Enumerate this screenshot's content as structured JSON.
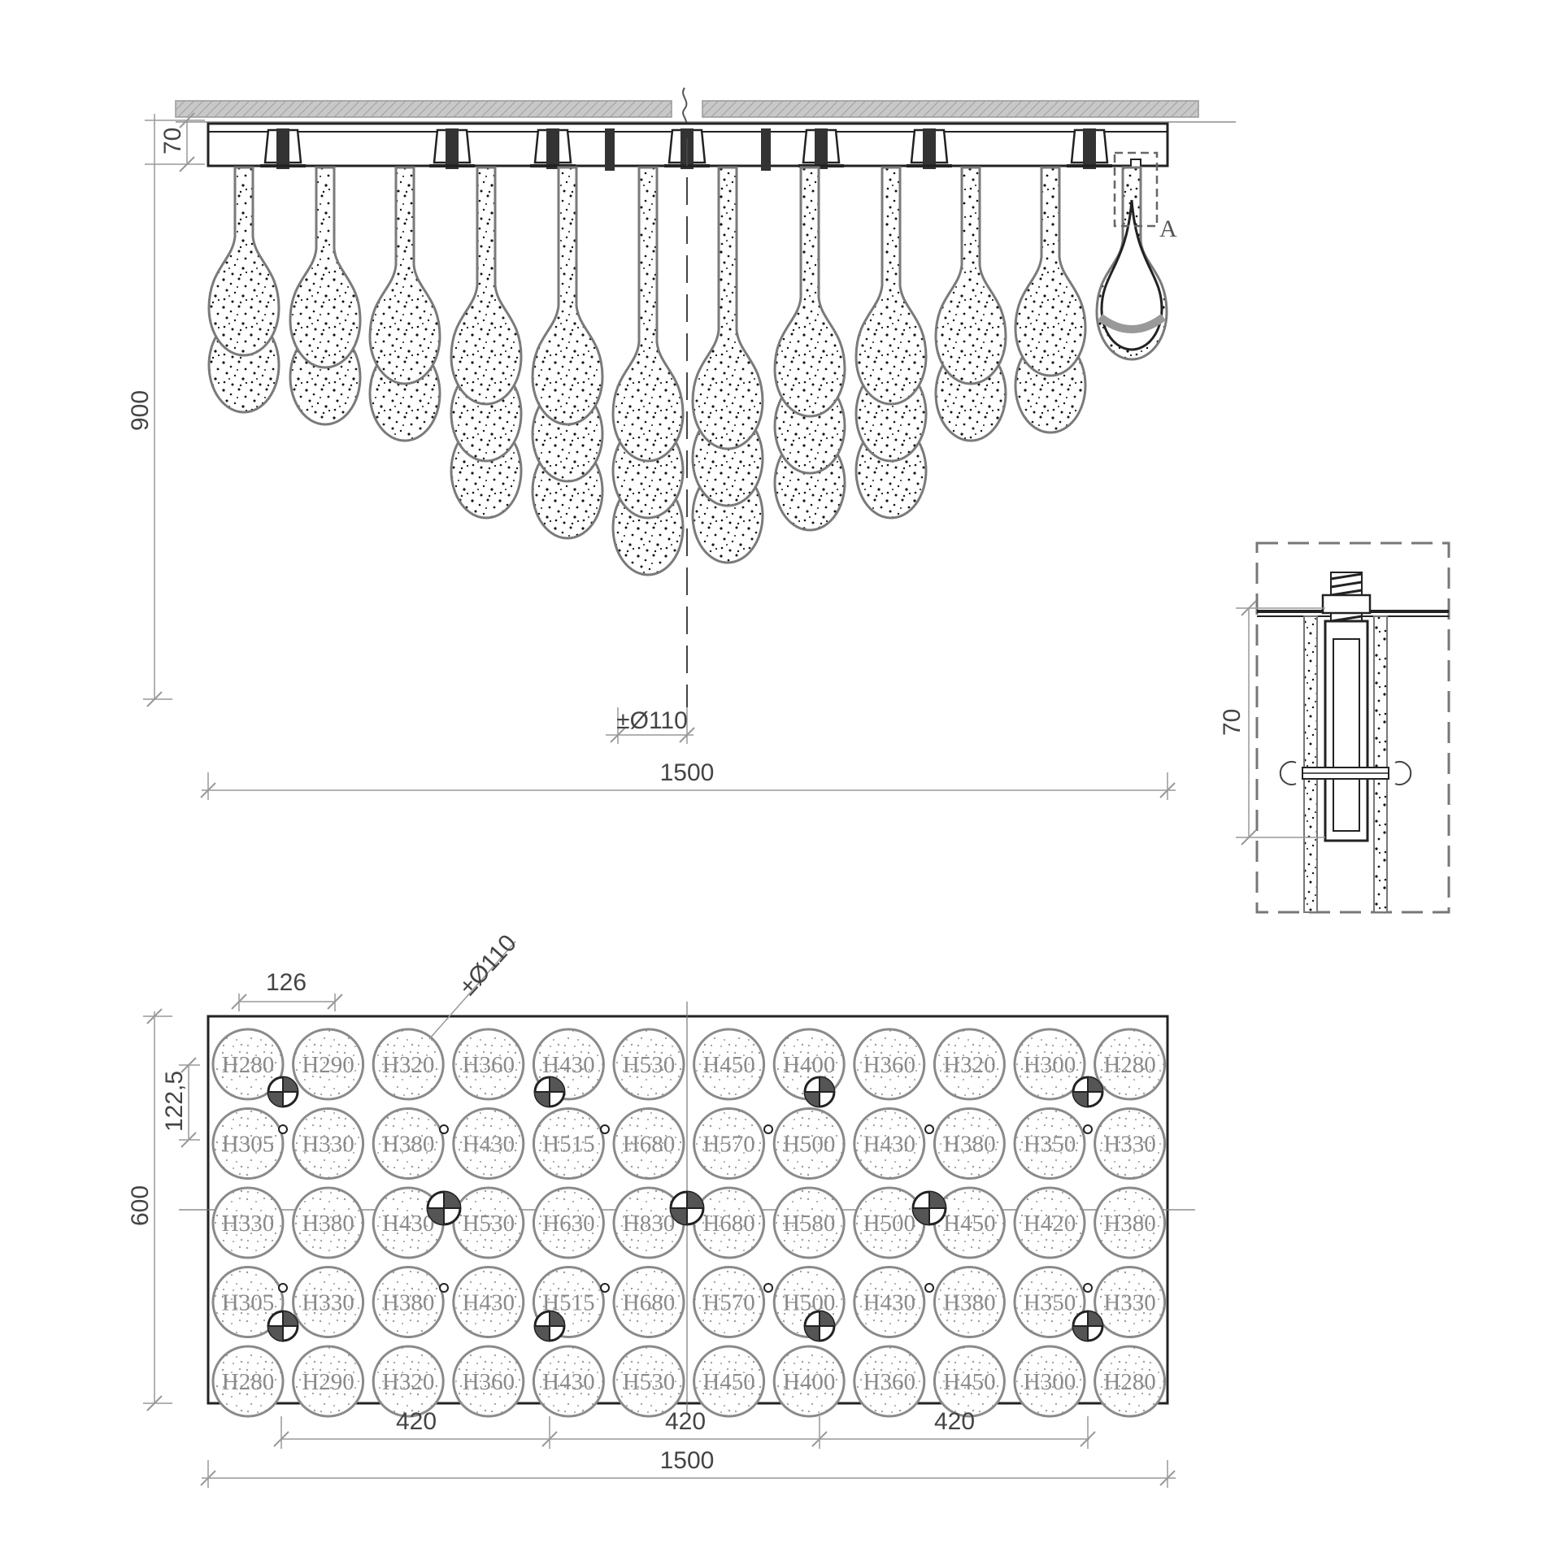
{
  "colors": {
    "line": "#222222",
    "dim_line": "#9a9a9a",
    "glass_outline": "#7a7a7a",
    "ceiling": "#bdbdbd",
    "label": "#8a8a8a"
  },
  "front_view": {
    "height_label": "900",
    "canopy_label": "70",
    "width_label": "1500",
    "diameter_label": "±Ø110",
    "detail_callout": "A",
    "drops": [
      {
        "id": 1,
        "segments": 2
      },
      {
        "id": 2,
        "segments": 2
      },
      {
        "id": 3,
        "segments": 2
      },
      {
        "id": 4,
        "segments": 3
      },
      {
        "id": 5,
        "segments": 3
      },
      {
        "id": 6,
        "segments": 3
      },
      {
        "id": 7,
        "segments": 3
      },
      {
        "id": 8,
        "segments": 3
      },
      {
        "id": 9,
        "segments": 3
      },
      {
        "id": 10,
        "segments": 2
      },
      {
        "id": 11,
        "segments": 2
      },
      {
        "id": 12,
        "segments": 1
      }
    ]
  },
  "detail_view": {
    "height_label": "70"
  },
  "plan_view": {
    "cell_label": "126",
    "row_label": "122,5",
    "height_label": "600",
    "diameter_label": "±Ø110",
    "spacing_labels": [
      "420",
      "420",
      "420"
    ],
    "width_label": "1500",
    "grid": [
      [
        "H280",
        "H290",
        "H320",
        "H360",
        "H430",
        "H530",
        "H450",
        "H400",
        "H360",
        "H320",
        "H300",
        "H280"
      ],
      [
        "H305",
        "H330",
        "H380",
        "H430",
        "H515",
        "H680",
        "H570",
        "H500",
        "H430",
        "H380",
        "H350",
        "H330"
      ],
      [
        "H330",
        "H380",
        "H430",
        "H530",
        "H630",
        "H830",
        "H680",
        "H580",
        "H500",
        "H450",
        "H420",
        "H380"
      ],
      [
        "H305",
        "H330",
        "H380",
        "H430",
        "H515",
        "H680",
        "H570",
        "H500",
        "H430",
        "H380",
        "H350",
        "H330"
      ],
      [
        "H280",
        "H290",
        "H320",
        "H360",
        "H430",
        "H530",
        "H450",
        "H400",
        "H360",
        "H450",
        "H300",
        "H280"
      ]
    ]
  }
}
